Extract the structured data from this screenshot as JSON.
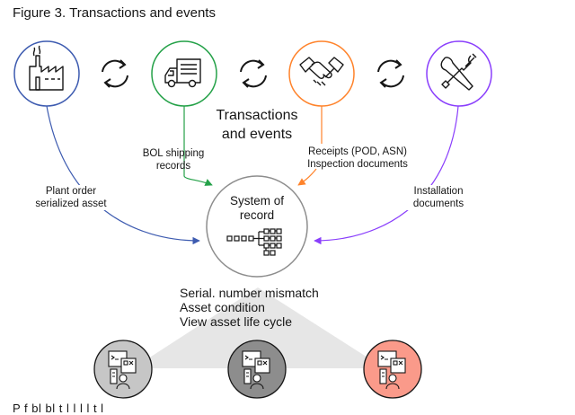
{
  "caption": "Figure 3. Transactions and events",
  "center_heading": [
    "Transactions",
    "and events"
  ],
  "system": [
    "System of",
    "record"
  ],
  "labels": {
    "bol": [
      "BOL shipping",
      "records"
    ],
    "receipts": [
      "Receipts (POD, ASN)",
      "Inspection documents"
    ],
    "plant": [
      "Plant order",
      "serialized asset"
    ],
    "install": [
      "Installation",
      "documents"
    ]
  },
  "issues": [
    "Serial. number mismatch",
    "Asset condition",
    "View asset life cycle"
  ],
  "footer_text": "P f          bl                 bl           t l  l  l           l  t  l",
  "colors": {
    "blue": "#3d5bb0",
    "green": "#24a148",
    "orange": "#ff832b",
    "purple": "#8a3ffc",
    "gray_circle": "#b6b6b6",
    "dark_circle": "#8d8d8d",
    "red_circle": "#fa9a8a",
    "triangle": "#e4e4e4"
  },
  "icons": [
    "factory-icon",
    "sync-icon",
    "truck-icon",
    "sync-icon",
    "handshake-icon",
    "sync-icon",
    "tools-icon",
    "workflow-icon",
    "user-dashboard-icon"
  ]
}
